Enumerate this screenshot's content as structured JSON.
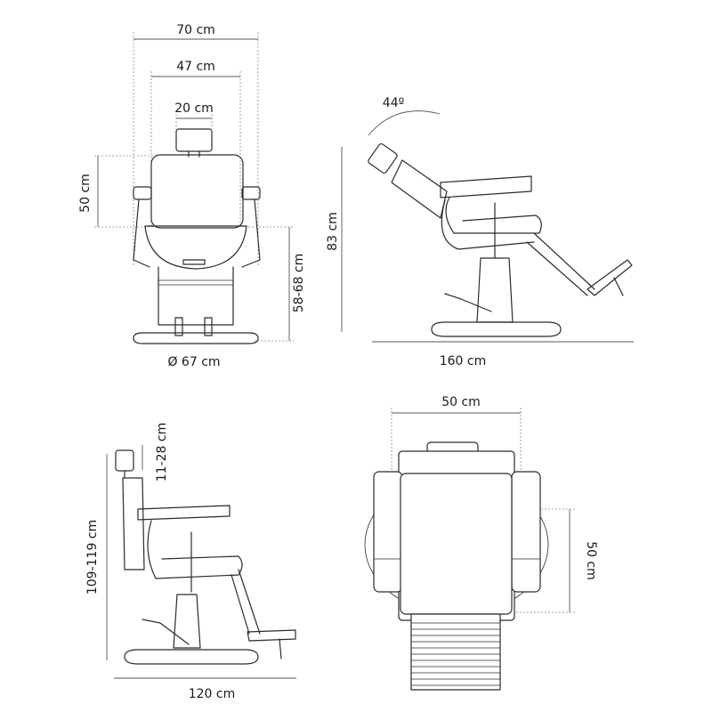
{
  "views": {
    "front": {
      "width_label": "70 cm",
      "seat_width_label": "47 cm",
      "headrest_width_label": "20 cm",
      "backrest_height_label": "50 cm",
      "seat_height_label": "58-68 cm",
      "base_diameter_label": "Ø 67 cm"
    },
    "reclined_side": {
      "angle_label": "44º",
      "height_label": "83 cm",
      "length_label": "160 cm"
    },
    "upright_side": {
      "headrest_adjust_label": "11-28 cm",
      "height_label": "109-119 cm",
      "length_label": "120 cm"
    },
    "top": {
      "width_label": "50 cm",
      "depth_label": "50 cm"
    }
  }
}
